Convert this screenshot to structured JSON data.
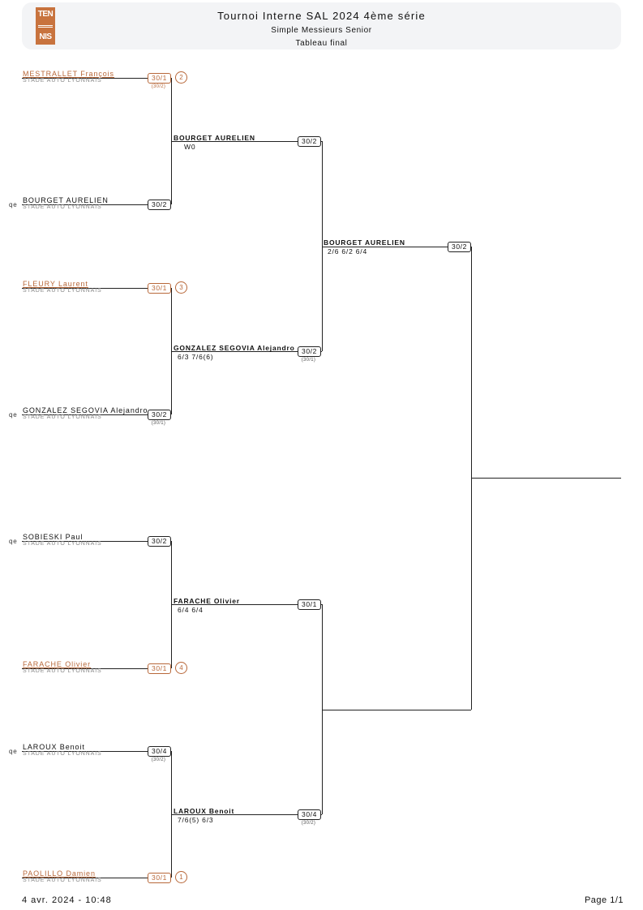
{
  "header": {
    "logo_top": "TEN",
    "logo_bottom": "NIS",
    "title": "Tournoi Interne SAL 2024 4ème série",
    "subtitle1": "Simple Messieurs Senior",
    "subtitle2": "Tableau final"
  },
  "players": [
    {
      "name": "MESTRALLET François",
      "club": "STADE AUTO LYONNAIS",
      "qe": "",
      "rank": "30/1",
      "sub_rank": "(30/2)",
      "seed": "2",
      "seeded": true
    },
    {
      "name": "BOURGET AURELIEN",
      "club": "STADE AUTO LYONNAIS",
      "qe": "qe",
      "rank": "30/2",
      "sub_rank": "",
      "seed": "",
      "seeded": false
    },
    {
      "name": "FLEURY Laurent",
      "club": "STADE AUTO LYONNAIS",
      "qe": "",
      "rank": "30/1",
      "sub_rank": "",
      "seed": "3",
      "seeded": true
    },
    {
      "name": "GONZALEZ SEGOVIA Alejandro",
      "club": "STADE AUTO LYONNAIS",
      "qe": "qe",
      "rank": "30/2",
      "sub_rank": "(30/1)",
      "seed": "",
      "seeded": false
    },
    {
      "name": "SOBIESKI Paul",
      "club": "STADE AUTO LYONNAIS",
      "qe": "qe",
      "rank": "30/2",
      "sub_rank": "",
      "seed": "",
      "seeded": false
    },
    {
      "name": "FARACHE Olivier",
      "club": "STADE AUTO LYONNAIS",
      "qe": "",
      "rank": "30/1",
      "sub_rank": "",
      "seed": "4",
      "seeded": true
    },
    {
      "name": "LAROUX Benoit",
      "club": "STADE AUTO LYONNAIS",
      "qe": "qe",
      "rank": "30/4",
      "sub_rank": "(30/2)",
      "seed": "",
      "seeded": false
    },
    {
      "name": "PAOLILLO Damien",
      "club": "STADE AUTO LYONNAIS",
      "qe": "",
      "rank": "30/1",
      "sub_rank": "",
      "seed": "1",
      "seeded": true
    }
  ],
  "round2": [
    {
      "name": "BOURGET AURELIEN",
      "score": "W0",
      "rank": "30/2",
      "sub_rank": ""
    },
    {
      "name": "GONZALEZ SEGOVIA Alejandro",
      "score": "6/3 7/6(6)",
      "rank": "30/2",
      "sub_rank": "(30/1)"
    },
    {
      "name": "FARACHE Olivier",
      "score": "6/4 6/4",
      "rank": "30/1",
      "sub_rank": ""
    },
    {
      "name": "LAROUX Benoit",
      "score": "7/6(5) 6/3",
      "rank": "30/4",
      "sub_rank": "(30/2)"
    }
  ],
  "round3": [
    {
      "name": "BOURGET AURELIEN",
      "score": "2/6 6/2 6/4",
      "rank": "30/2",
      "sub_rank": ""
    }
  ],
  "footer": {
    "date": "4 avr. 2024 - 10:48",
    "page": "Page 1/1"
  },
  "colors": {
    "seed": "#b8683a",
    "logo": "#c8733e",
    "header_bg": "#f3f4f6"
  }
}
